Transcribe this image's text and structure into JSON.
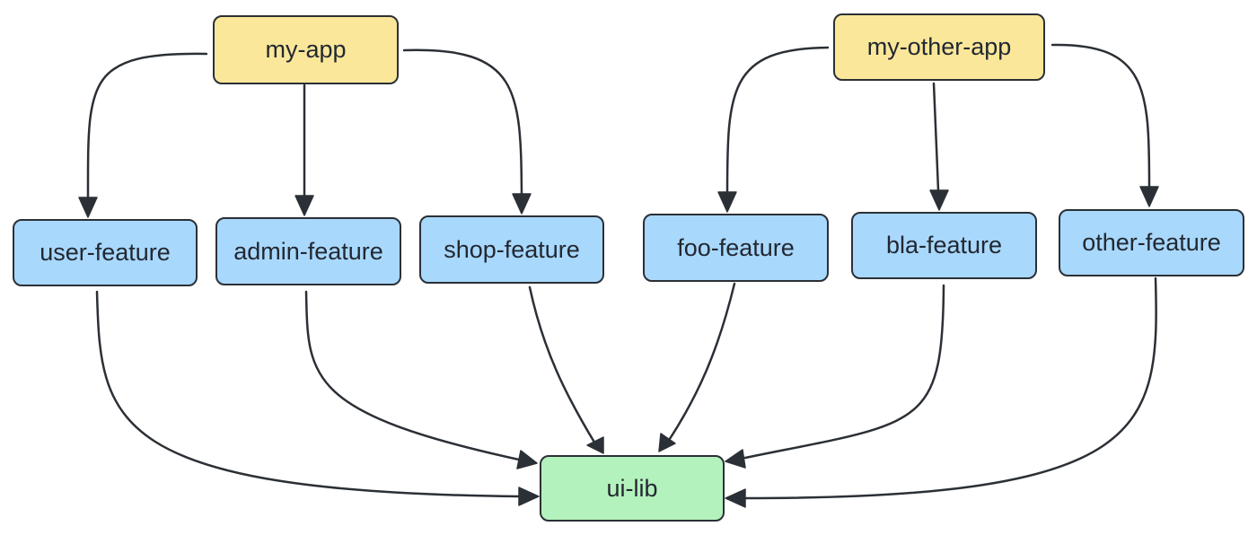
{
  "nodes": {
    "my_app": "my-app",
    "my_other_app": "my-other-app",
    "user_feature": "user-feature",
    "admin_feature": "admin-feature",
    "shop_feature": "shop-feature",
    "foo_feature": "foo-feature",
    "bla_feature": "bla-feature",
    "other_feature": "other-feature",
    "ui_lib": "ui-lib"
  },
  "edges": [
    {
      "from": "my-app",
      "to": "user-feature"
    },
    {
      "from": "my-app",
      "to": "admin-feature"
    },
    {
      "from": "my-app",
      "to": "shop-feature"
    },
    {
      "from": "my-other-app",
      "to": "foo-feature"
    },
    {
      "from": "my-other-app",
      "to": "bla-feature"
    },
    {
      "from": "my-other-app",
      "to": "other-feature"
    },
    {
      "from": "user-feature",
      "to": "ui-lib"
    },
    {
      "from": "admin-feature",
      "to": "ui-lib"
    },
    {
      "from": "shop-feature",
      "to": "ui-lib"
    },
    {
      "from": "foo-feature",
      "to": "ui-lib"
    },
    {
      "from": "bla-feature",
      "to": "ui-lib"
    },
    {
      "from": "other-feature",
      "to": "ui-lib"
    }
  ],
  "colors": {
    "app_fill": "#fbe79a",
    "feature_fill": "#a9d8fd",
    "lib_fill": "#b4f2bd",
    "stroke": "#2b3036"
  }
}
